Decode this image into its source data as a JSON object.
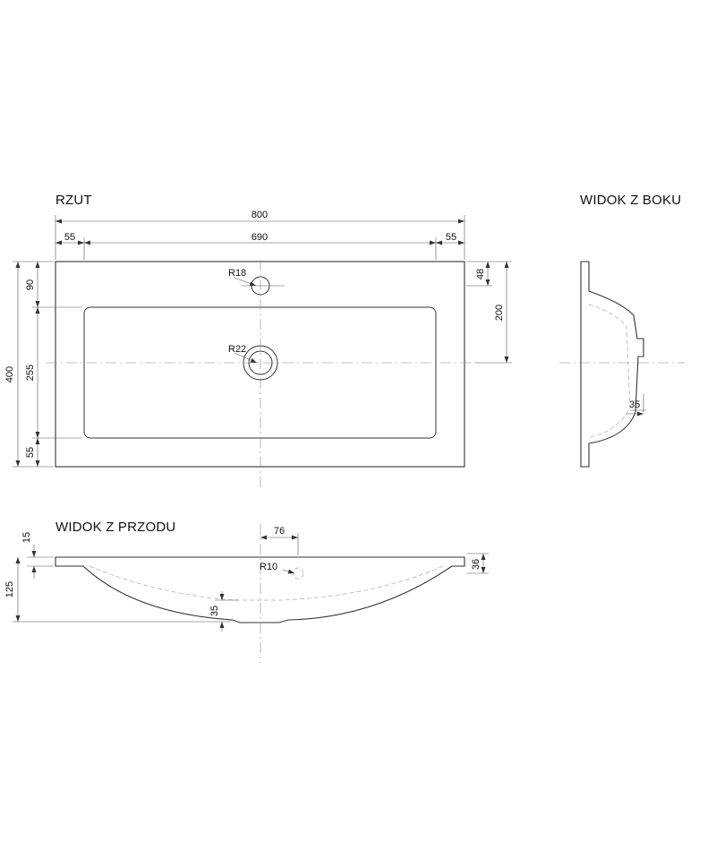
{
  "views": {
    "plan_title": "RZUT",
    "side_title": "WIDOK Z BOKU",
    "front_title": "WIDOK Z PRZODU"
  },
  "plan_dims": {
    "overall_width": "800",
    "inner_width": "690",
    "left_margin": "55",
    "right_margin": "55",
    "overall_depth": "400",
    "top_margin": "90",
    "inner_depth": "255",
    "bottom_margin": "55",
    "tap_offset": "48",
    "drain_offset": "200",
    "tap_hole_radius": "R18",
    "drain_radius": "R22"
  },
  "side_dims": {
    "outlet_size": "35"
  },
  "front_dims": {
    "rim_thickness": "15",
    "overall_height": "125",
    "overflow_offset": "76",
    "overflow_radius": "R10",
    "edge_height": "36",
    "drain_height": "35"
  }
}
